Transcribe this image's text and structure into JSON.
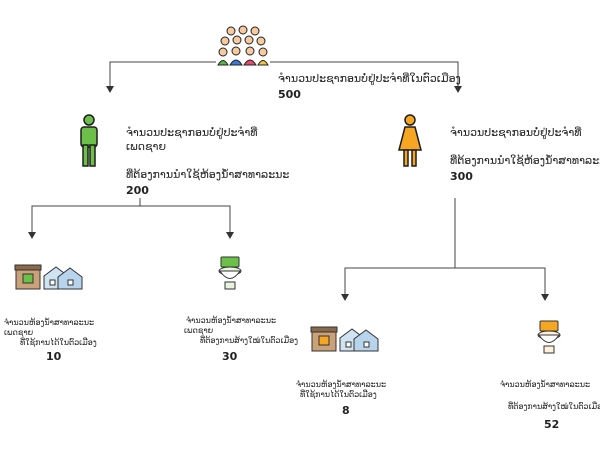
{
  "colors": {
    "accent_green": "#6cc04a",
    "accent_orange": "#f5a623",
    "line": "#444444"
  },
  "root": {
    "icon": "people-group-icon",
    "label": "ຈຳນວນປະຊາກອນບໍ່ຢູ່ປະຈຳທີ່ໃນຕົວເມືອງ",
    "value": "500"
  },
  "male": {
    "icon": "male-person-icon",
    "label_line1": "ຈຳນວນປະຊາກອນບໍ່ຢູ່ປະຈຳທີ່",
    "label_line2": "ເພດຊາຍ",
    "label_line3": "ທີ່ຕ້ອງການນຳໃຊ້ຫ້ອງນ້ຳສາທາລະນະ",
    "value": "200",
    "children": [
      {
        "icon": "buildings-icon",
        "label_line1": "ຈຳນວນຫ້ອງນ້ຳສາທາລະນະ",
        "label_line2": "ເພດຊາຍ",
        "label_line3": "ທີ່ໃຊ້ການໄດ້ໃນຕົວເມືອງ",
        "value": "10"
      },
      {
        "icon": "toilet-icon",
        "label_line1": "ຈຳນວນຫ້ອງນ້ຳສາທາລະນະ",
        "label_line2": "ເພດຊາຍ",
        "label_line3": "ທີ່ຕ້ອງການສ້າງໃໝ່ໃນຕົວເມືອງ",
        "value": "30"
      }
    ]
  },
  "female": {
    "icon": "female-person-icon",
    "label_line1": "ຈຳນວນປະຊາກອນບໍ່ຢູ່ປະຈຳທີ່",
    "label_line2": "ທີ່ຕ້ອງການນຳໃຊ້ຫ້ອງນ້ຳສາທາລະນະ",
    "value": "300",
    "children": [
      {
        "icon": "buildings-icon",
        "label_line1": "ຈຳນວນຫ້ອງນ້ຳສາທາລະນະ",
        "label_line2": "ທີ່ໃຊ້ການໄດ້ໃນຕົວເມືອງ",
        "value": "8"
      },
      {
        "icon": "toilet-icon",
        "label_line1": "ຈຳນວນຫ້ອງນ້ຳສາທາລະນະ",
        "label_line2": "ທີ່ຕ້ອງການສ້າງໃໝ່ໃນຕົວເມືອງ",
        "value": "52"
      }
    ]
  }
}
